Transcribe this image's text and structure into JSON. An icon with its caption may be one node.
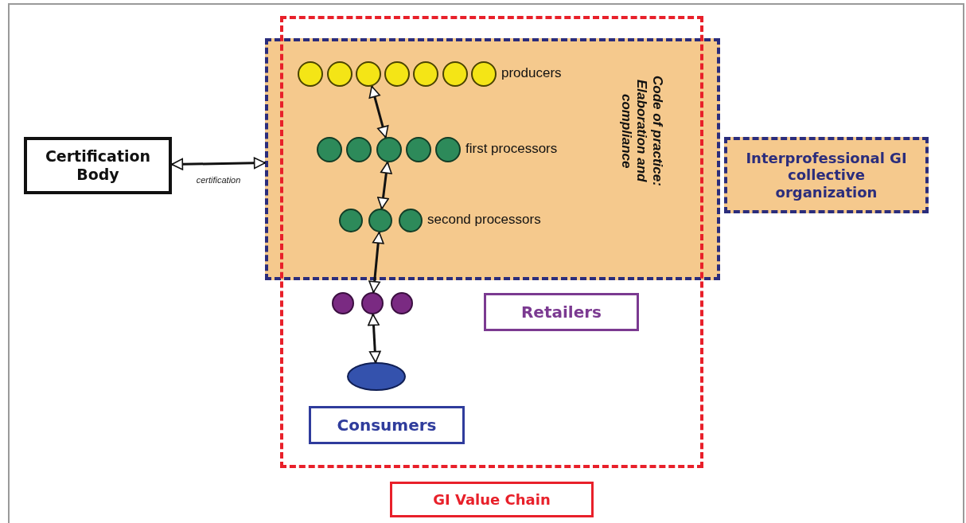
{
  "diagram": {
    "nodes": [
      {
        "text": [
          "Certification Body"
        ]
      },
      {
        "text": [
          "GI Value Chain"
        ]
      },
      {
        "text": [
          "Code of practice: Elaboration and compliance"
        ]
      },
      {
        "text": [],
        "shape": "circle",
        "in": 2
      },
      {
        "text": [],
        "shape": "circle",
        "in": 2
      },
      {
        "text": [],
        "shape": "circle",
        "in": 2
      },
      {
        "text": [],
        "shape": "circle",
        "in": 2
      },
      {
        "text": [],
        "shape": "circle",
        "in": 2
      },
      {
        "text": [],
        "shape": "circle",
        "in": 2
      },
      {
        "text": [],
        "shape": "circle",
        "in": 2,
        "beside": [
          "producers"
        ]
      },
      {
        "text": [],
        "shape": "circle",
        "in": 2
      },
      {
        "text": [],
        "shape": "circle",
        "in": 2
      },
      {
        "text": [],
        "shape": "circle",
        "in": 2
      },
      {
        "text": [],
        "shape": "circle",
        "in": 2
      },
      {
        "text": [],
        "shape": "circle",
        "in": 2,
        "beside": [
          "first processors"
        ]
      },
      {
        "text": [],
        "shape": "circle",
        "in": 2
      },
      {
        "text": [],
        "shape": "circle",
        "in": 2
      },
      {
        "text": [],
        "shape": "circle",
        "in": 2,
        "beside": [
          "second processors"
        ]
      },
      {
        "text": [],
        "shape": "circle",
        "in": 1
      },
      {
        "text": [],
        "shape": "circle",
        "in": 1
      },
      {
        "text": [],
        "shape": "circle",
        "in": 1
      },
      {
        "text": [],
        "shape": "ellipse",
        "in": 1
      },
      {
        "text": [
          "Retailers"
        ],
        "in": 1
      },
      {
        "text": [
          "Consumers"
        ],
        "in": 1
      },
      {
        "text": [
          "Interprofessional GI collective organization"
        ]
      }
    ],
    "edges": [
      {
        "from": 0,
        "to": 2,
        "arrow": "both",
        "label": "certification"
      },
      {
        "from": 5,
        "to": 12,
        "arrow": "both"
      },
      {
        "from": 12,
        "to": 16,
        "arrow": "both"
      },
      {
        "from": 16,
        "to": 19,
        "arrow": "both"
      },
      {
        "from": 19,
        "to": 21,
        "arrow": "both"
      }
    ]
  }
}
